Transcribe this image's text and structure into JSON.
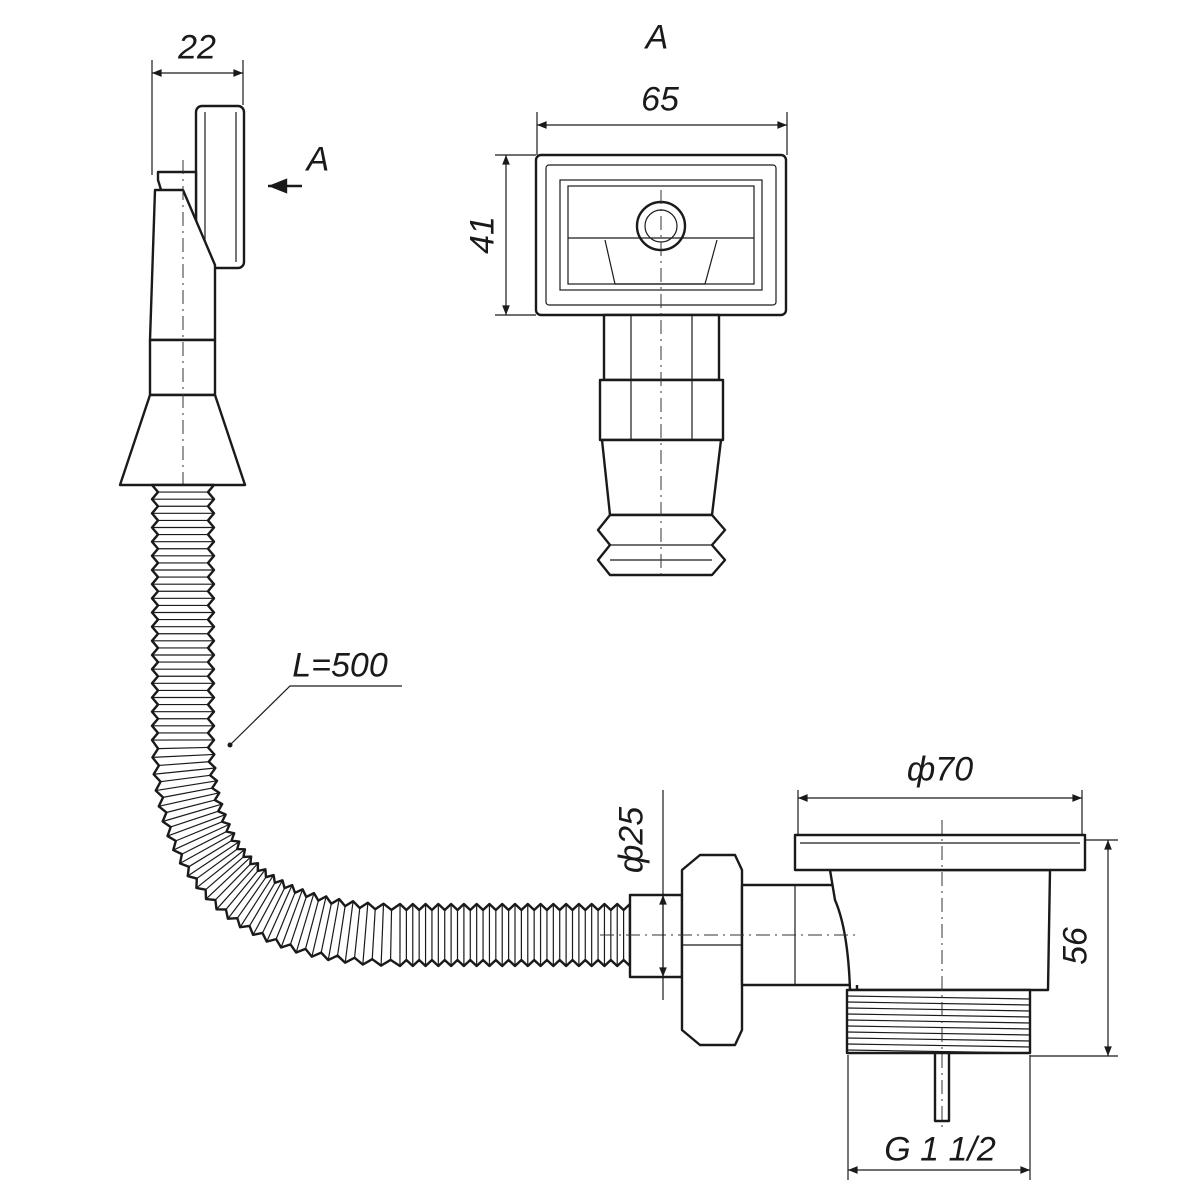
{
  "labels": {
    "dim_overflow_width": "22",
    "view_arrow_label": "A",
    "view_title": "A",
    "dim_view_width": "65",
    "dim_view_height": "41",
    "hose_length": "L=500",
    "dim_flange_diameter": "ф70",
    "dim_pipe_diameter": "ф25",
    "dim_drain_height": "56",
    "thread_size": "G 1 1/2"
  }
}
